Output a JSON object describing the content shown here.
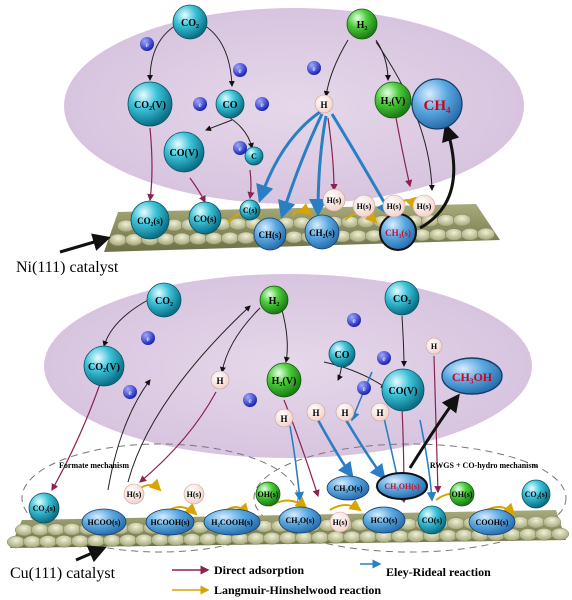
{
  "top_panel": {
    "catalyst_label": "Ni(111) catalyst",
    "gas_species": {
      "co2": "CO₂",
      "co2v": "CO₂(V)",
      "co": "CO",
      "cov": "CO(V)",
      "c": "C",
      "h2": "H₂",
      "h2v": "H₂(V)",
      "h": "H",
      "ch4": "CH₄",
      "e": "e"
    },
    "surface_species": {
      "co2s": "CO₂(s)",
      "cos": "CO(s)",
      "cs": "C(s)",
      "chs": "CH(s)",
      "ch2s": "CH₂(s)",
      "ch3s": "CH₃(s)",
      "hs": "H(s)"
    }
  },
  "bottom_panel": {
    "catalyst_label": "Cu(111) catalyst",
    "formate_label": "Formate mechanism",
    "rwgs_label": "RWGS + CO-hydro mechanism",
    "gas_species": {
      "co2": "CO₂",
      "co2v": "CO₂(V)",
      "h2": "H₂",
      "h2v": "H₂(V)",
      "h": "H",
      "co": "CO",
      "cov": "CO(V)",
      "ch3oh": "CH₃OH",
      "e": "e"
    },
    "surface_species": {
      "co2s": "CO₂(s)",
      "hs": "H(s)",
      "hcoos": "HCOO(s)",
      "hcoohs": "HCOOH(s)",
      "h2coohs": "H₂COOH(s)",
      "ohs": "OH(s)",
      "ch2os": "CH₂O(s)",
      "ch3os": "CH₃O(s)",
      "ch3ohs": "CH₃OH(s)",
      "hcos": "HCO(s)",
      "cos": "CO(s)",
      "coohs": "COOH(s)"
    }
  },
  "legend": {
    "direct_adsorption": "Direct adsorption",
    "eley_rideal": "Eley-Rideal reaction",
    "langmuir_hinshelwood": "Langmuir-Hinshelwood reaction",
    "colors": {
      "direct": "#8b2252",
      "eley": "#2a7fc4",
      "lh": "#d8a400"
    }
  }
}
